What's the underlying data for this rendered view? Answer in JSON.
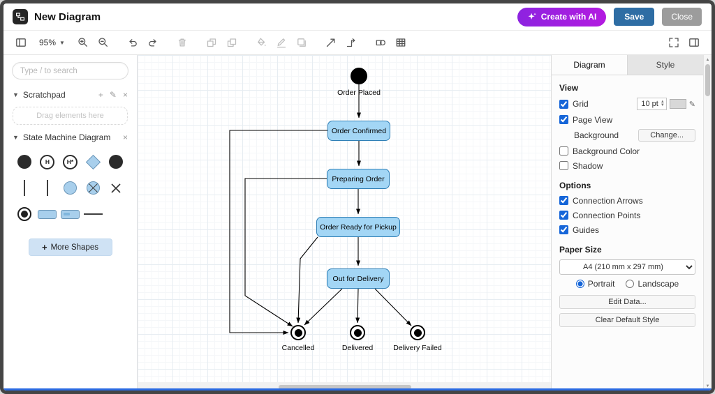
{
  "window": {
    "title": "New Diagram"
  },
  "header": {
    "create_ai_label": "Create with AI",
    "save_label": "Save",
    "close_label": "Close"
  },
  "toolbar": {
    "zoom_value": "95%",
    "icons": [
      "panels-toggle",
      "zoom-in",
      "zoom-out",
      "undo",
      "redo",
      "delete",
      "to-front",
      "to-back",
      "fill-color",
      "line-color",
      "shadow",
      "connection-arrow",
      "waypoint-connector",
      "insert-shape",
      "insert-table",
      "fullscreen",
      "format-panel-toggle"
    ]
  },
  "sidebar": {
    "search_placeholder": "Type / to search",
    "scratchpad": {
      "title": "Scratchpad",
      "drop_hint": "Drag elements here"
    },
    "shapes_section": {
      "title": "State Machine Diagram",
      "history_label": "H",
      "deep_history_label": "H*"
    },
    "more_shapes_label": "More Shapes"
  },
  "canvas": {
    "nodes": {
      "start": "Order Placed",
      "confirmed": "Order Confirmed",
      "preparing": "Preparing Order",
      "ready": "Order Ready for Pickup",
      "delivery": "Out for Delivery",
      "cancelled": "Cancelled",
      "delivered": "Delivered",
      "failed": "Delivery Failed"
    },
    "edges": [
      {
        "from": "start",
        "to": "confirmed"
      },
      {
        "from": "confirmed",
        "to": "preparing"
      },
      {
        "from": "preparing",
        "to": "ready"
      },
      {
        "from": "ready",
        "to": "delivery"
      },
      {
        "from": "delivery",
        "to": "delivered"
      },
      {
        "from": "delivery",
        "to": "cancelled"
      },
      {
        "from": "delivery",
        "to": "failed"
      },
      {
        "from": "confirmed",
        "to": "cancelled"
      },
      {
        "from": "preparing",
        "to": "cancelled"
      },
      {
        "from": "ready",
        "to": "cancelled"
      }
    ]
  },
  "panel": {
    "tabs": [
      "Diagram",
      "Style"
    ],
    "view": {
      "heading": "View",
      "grid": "Grid",
      "grid_size": "10 pt",
      "page_view": "Page View",
      "background": "Background",
      "change_button": "Change...",
      "background_color": "Background Color",
      "shadow": "Shadow"
    },
    "options": {
      "heading": "Options",
      "items": [
        "Connection Arrows",
        "Connection Points",
        "Guides"
      ]
    },
    "paper": {
      "heading": "Paper Size",
      "size": "A4 (210 mm x 297 mm)",
      "portrait": "Portrait",
      "landscape": "Landscape"
    },
    "buttons": {
      "edit_data": "Edit Data...",
      "clear_style": "Clear Default Style"
    }
  },
  "colors": {
    "ai_button_gradient": [
      "#8d23e0",
      "#b31ae0"
    ],
    "save_button": "#2e6da4",
    "close_button": "#9c9c9c",
    "node_fill": "#a3d6f5",
    "node_stroke": "#2f7fb6",
    "checkbox_accent": "#1565d8",
    "window_accent": "#2b6be3"
  }
}
